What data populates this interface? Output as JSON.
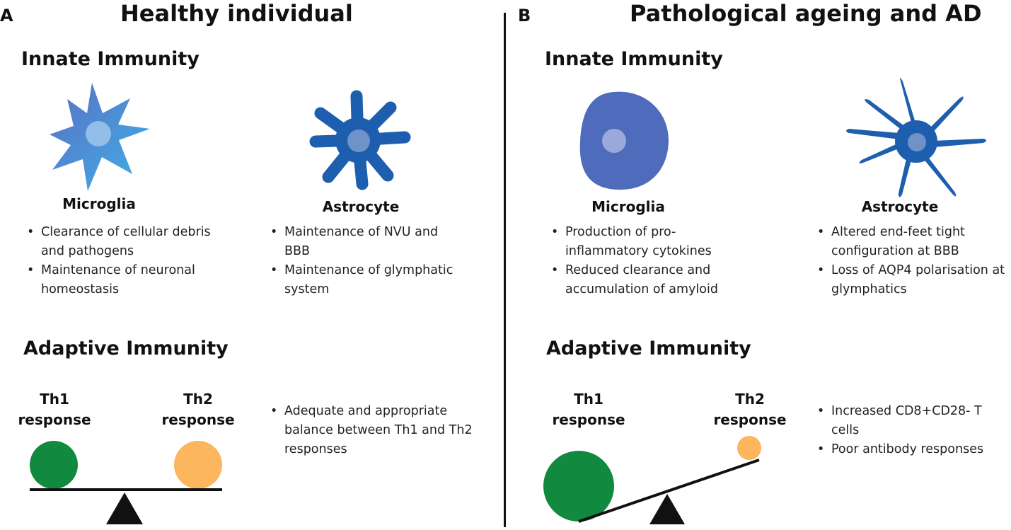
{
  "colors": {
    "microglia_ramified": "#4aa3dd",
    "microglia_amoeboid": "#4f6cbc",
    "astrocyte": "#1d5fae",
    "nucleus": "#8fa9d8",
    "th1": "#118a3f",
    "th2": "#fbb65e",
    "fulcrum": "#111111"
  },
  "panel_a": {
    "letter": "A",
    "title": "Healthy individual",
    "innate_heading": "Innate Immunity",
    "microglia": {
      "icon": "ramified-microglia",
      "label": "Microglia",
      "bullets": [
        "Clearance of cellular debris and pathogens",
        "Maintenance of neuronal homeostasis"
      ]
    },
    "astrocyte": {
      "icon": "astrocyte",
      "label": "Astrocyte",
      "bullets": [
        "Maintenance of NVU and BBB",
        "Maintenance of glymphatic system"
      ]
    },
    "adaptive_heading": "Adaptive Immunity",
    "th1_label": "Th1\nresponse",
    "th2_label": "Th2\nresponse",
    "balance_state": "balanced",
    "bullets": [
      "Adequate and appropriate balance between Th1 and Th2 responses"
    ]
  },
  "panel_b": {
    "letter": "B",
    "title": "Pathological ageing and AD",
    "innate_heading": "Innate Immunity",
    "microglia": {
      "icon": "amoeboid-microglia",
      "label": "Microglia",
      "bullets": [
        "Production of pro-inflammatory cytokines",
        "Reduced clearance and accumulation of amyloid"
      ]
    },
    "astrocyte": {
      "icon": "reactive-astrocyte",
      "label": "Astrocyte",
      "bullets": [
        "Altered end-feet tight configuration at BBB",
        "Loss of AQP4 polarisation at glymphatics"
      ]
    },
    "adaptive_heading": "Adaptive Immunity",
    "th1_label": "Th1\nresponse",
    "th2_label": "Th2\nresponse",
    "balance_state": "tilted toward Th1",
    "bullets": [
      "Increased CD8+CD28- T cells",
      "Poor antibody responses"
    ]
  }
}
